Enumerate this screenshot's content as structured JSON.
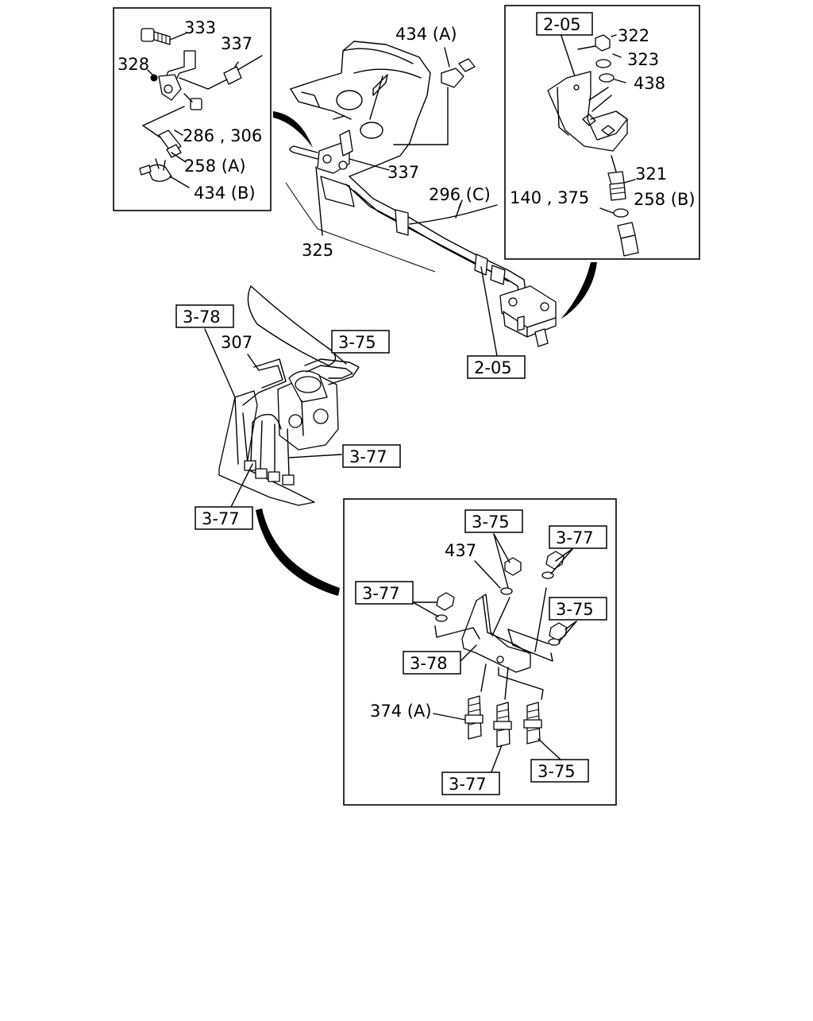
{
  "diagram": {
    "labels": {
      "l333": "333",
      "l337a": "337",
      "l328": "328",
      "l286_306": "286 , 306",
      "l258a": "258 (A)",
      "l434b": "434 (B)",
      "l434a": "434 (A)",
      "l337b": "337",
      "l296c": "296 (C)",
      "l325": "325",
      "l322": "322",
      "l323": "323",
      "l438": "438",
      "l321": "321",
      "l140_375": "140 , 375",
      "l258b": "258 (B)",
      "l307": "307",
      "l437": "437",
      "l374a": "374 (A)"
    },
    "refs": {
      "r205a": "2-05",
      "r205b": "2-05",
      "r378a": "3-78",
      "r378b": "3-78",
      "r375a": "3-75",
      "r375b": "3-75",
      "r375c": "3-75",
      "r375d": "3-75",
      "r377a": "3-77",
      "r377b": "3-77",
      "r377c": "3-77",
      "r377d": "3-77",
      "r377e": "3-77"
    }
  }
}
